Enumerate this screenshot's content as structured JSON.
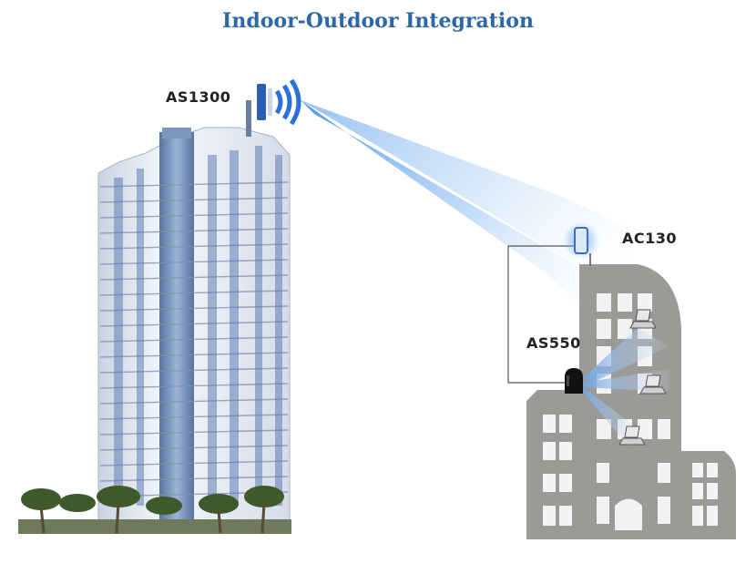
{
  "title": "Indoor-Outdoor Integration",
  "devices": {
    "outdoor_ap": "AS1300",
    "client_bridge": "AC130",
    "indoor_ap": "AS550"
  },
  "colors": {
    "title": "#2e67a8",
    "signal_beam": "#4a90e8",
    "building_gray": "#9c9a96",
    "tower_facade": "#eef1f6",
    "tower_glass": "#5f7fb3"
  }
}
